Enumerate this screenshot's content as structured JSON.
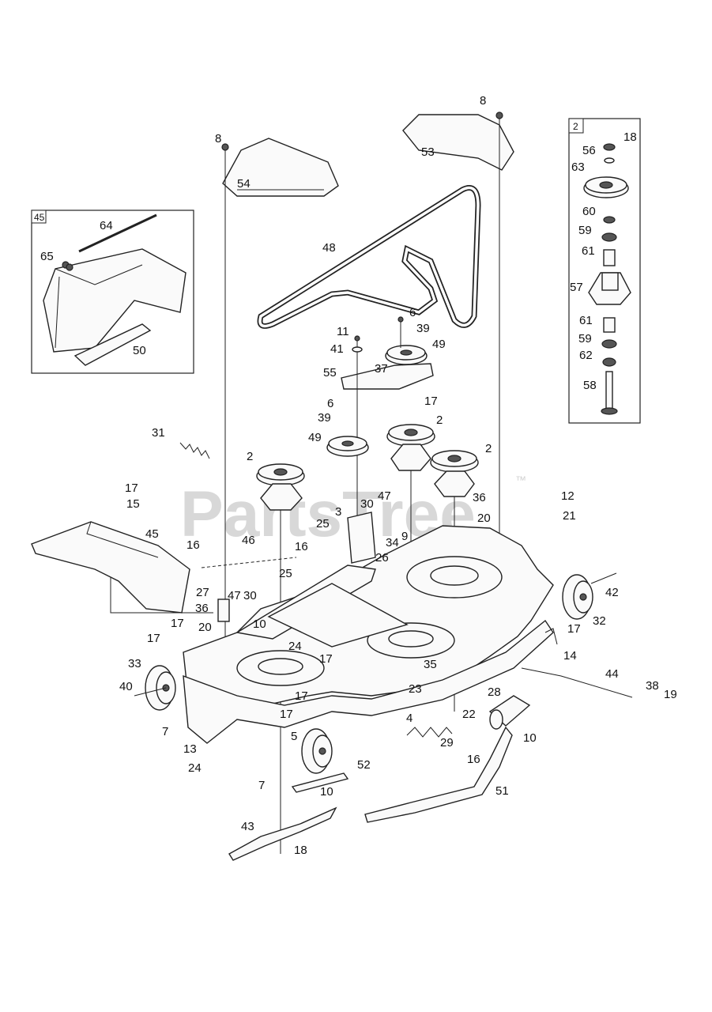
{
  "diagram": {
    "watermark": "PartsTree",
    "trademark": "™",
    "inset_boxes": {
      "box45": {
        "label": "45"
      },
      "box2": {
        "label": "2"
      }
    },
    "callouts": [
      "8",
      "53",
      "54",
      "8",
      "48",
      "6",
      "39",
      "11",
      "41",
      "49",
      "37",
      "55",
      "17",
      "6",
      "39",
      "49",
      "2",
      "2",
      "2",
      "31",
      "17",
      "15",
      "45",
      "16",
      "46",
      "16",
      "25",
      "3",
      "30",
      "47",
      "34",
      "9",
      "26",
      "36",
      "20",
      "12",
      "21",
      "25",
      "27",
      "47",
      "30",
      "36",
      "20",
      "17",
      "17",
      "10",
      "24",
      "17",
      "17",
      "33",
      "40",
      "17",
      "5",
      "35",
      "23",
      "22",
      "4",
      "28",
      "10",
      "29",
      "16",
      "44",
      "38",
      "19",
      "14",
      "17",
      "32",
      "42",
      "7",
      "13",
      "24",
      "7",
      "52",
      "10",
      "51",
      "43",
      "18",
      "64",
      "65",
      "50",
      "18",
      "56",
      "63",
      "60",
      "59",
      "61",
      "57",
      "61",
      "59",
      "62",
      "58"
    ]
  }
}
